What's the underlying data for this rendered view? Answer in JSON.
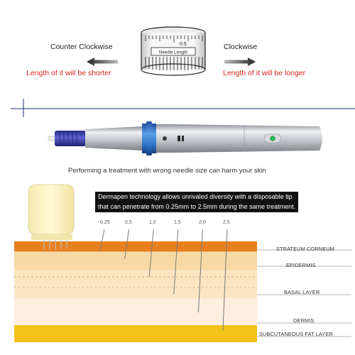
{
  "dial": {
    "value": "0.5",
    "label": "Needle Length"
  },
  "rotation": {
    "left_label": "Counter Clockwise",
    "left_effect": "Length of it will be shorter",
    "right_label": "Clockwise",
    "right_effect": "Length of it will be longer"
  },
  "pen": {
    "caption": "Performing a treatment with wrong needle size can harm your skin"
  },
  "depth": {
    "banner": [
      "Dermapen technology allows unrivaled diversity with a disposable tip",
      "that can penetrate from 0.25mm to 2.5mm during the same treatment."
    ],
    "needle_lengths": [
      "0.25",
      "0.5",
      "1.0",
      "1.5",
      "2.0",
      "2.5"
    ],
    "layers": [
      "STRATEUM CORNEUM",
      "EPIDERMIS",
      "BASAL LAYER",
      "DERMIS",
      "SUBCUTANEOUS FAT LAYER"
    ]
  },
  "colors": {
    "red_text": "#d8261c",
    "pen_blue": "#2f73c8",
    "cartridge": "#3a3fb0",
    "corneum": "#e8801e",
    "fat": "#f3c21a"
  }
}
